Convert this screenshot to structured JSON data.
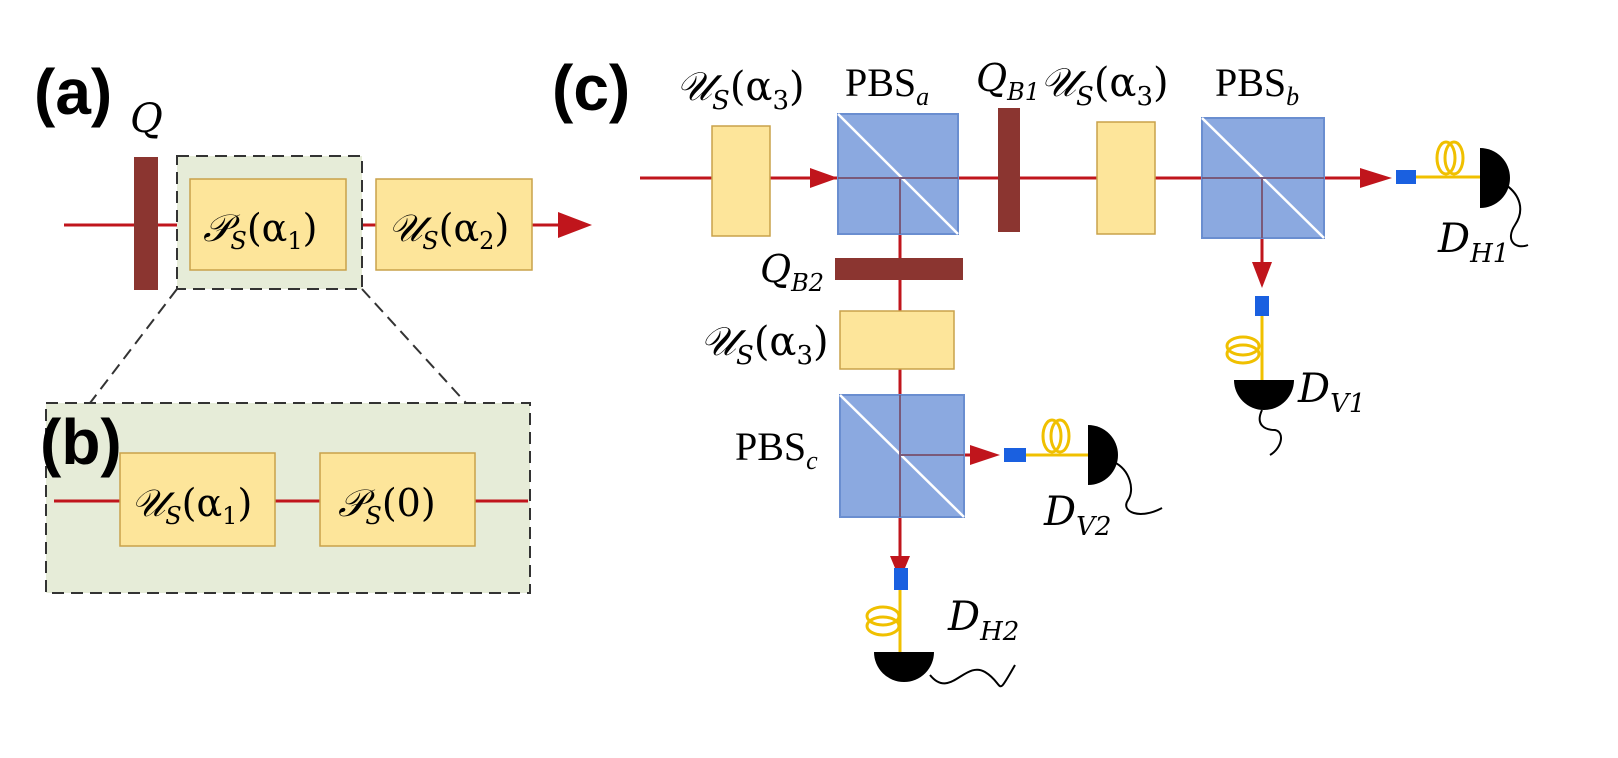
{
  "panels": {
    "a": "(a)",
    "b": "(b)",
    "c": "(c)"
  },
  "panel_a": {
    "q_label": "Q",
    "p_box": {
      "symbol": "𝒫",
      "sub": "S",
      "arg": "(α",
      "arg_sub": "1",
      "close": ")"
    },
    "u_box": {
      "symbol": "𝒰",
      "sub": "S",
      "arg": "(α",
      "arg_sub": "2",
      "close": ")"
    }
  },
  "panel_b": {
    "u_box": {
      "symbol": "𝒰",
      "sub": "S",
      "arg": "(α",
      "arg_sub": "1",
      "close": ")"
    },
    "p_box": {
      "symbol": "𝒫",
      "sub": "S",
      "arg": "(0)"
    }
  },
  "panel_c": {
    "u_label_1": {
      "symbol": "𝒰",
      "sub": "S",
      "arg": "(α",
      "arg_sub": "3",
      "close": ")"
    },
    "u_label_2": {
      "symbol": "𝒰",
      "sub": "S",
      "arg": "(α",
      "arg_sub": "3",
      "close": ")"
    },
    "u_label_3": {
      "symbol": "𝒰",
      "sub": "S",
      "arg": "(α",
      "arg_sub": "3",
      "close": ")"
    },
    "pbs_a": {
      "main": "PBS",
      "sub": "a"
    },
    "pbs_b": {
      "main": "PBS",
      "sub": "b"
    },
    "pbs_c": {
      "main": "PBS",
      "sub": "c"
    },
    "q_b1": {
      "main": "Q",
      "sub": "B1"
    },
    "q_b2": {
      "main": "Q",
      "sub": "B2"
    },
    "d_h1": {
      "main": "D",
      "sub": "H1"
    },
    "d_v1": {
      "main": "D",
      "sub": "V1"
    },
    "d_v2": {
      "main": "D",
      "sub": "V2"
    },
    "d_h2": {
      "main": "D",
      "sub": "H2"
    }
  },
  "colors": {
    "beam": "#c0151c",
    "waveplate": "#8b3530",
    "box_fill": "#fde59a",
    "box_stroke": "#c9a24a",
    "pbs_fill": "#8ba9e0",
    "pbs_stroke": "#6a8ed0",
    "dashed_fill": "#e6ecd8",
    "fiber": "#f0c000",
    "coupler": "#1a60e0",
    "detector": "#000000"
  }
}
